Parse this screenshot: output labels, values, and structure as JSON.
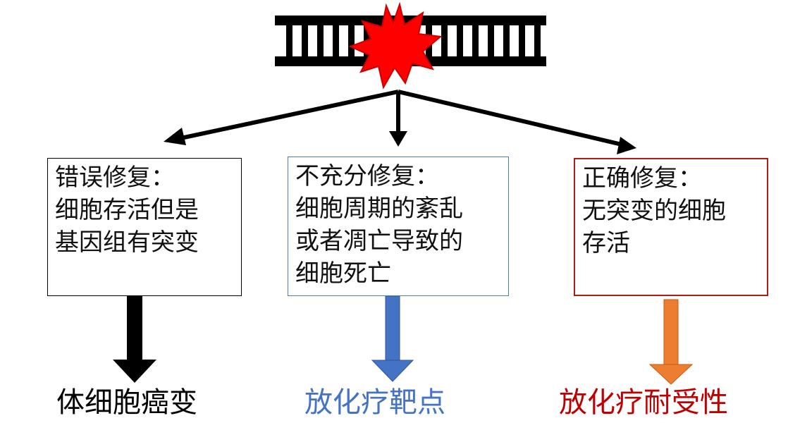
{
  "colors": {
    "dna": "#000000",
    "damage_burst_fill": "#ff0000",
    "damage_burst_stroke": "#cc0000",
    "error_box_border": "#000000",
    "insufficient_box_border": "#4a7fb5",
    "correct_box_border": "#b01c1c",
    "arrow_black": "#000000",
    "arrow_blue": "#4472c4",
    "arrow_orange": "#ed7d31",
    "outcome_black": "#000000",
    "outcome_blue": "#4472c4",
    "outcome_red": "#c00000"
  },
  "icons": {
    "dna": "dna-ladder-icon",
    "damage": "damage-burst-icon"
  },
  "repair_paths": [
    {
      "id": "error",
      "box_lines": [
        "错误修复：",
        "细胞存活但是",
        "基因组有突变"
      ],
      "outcome": "体细胞癌变"
    },
    {
      "id": "insufficient",
      "box_lines": [
        "不充分修复：",
        "细胞周期的紊乱",
        "或者凋亡导致的",
        "细胞死亡"
      ],
      "outcome": "放化疗靶点"
    },
    {
      "id": "correct",
      "box_lines": [
        "正确修复：",
        "无突变的细胞",
        "存活"
      ],
      "outcome": "放化疗耐受性"
    }
  ]
}
